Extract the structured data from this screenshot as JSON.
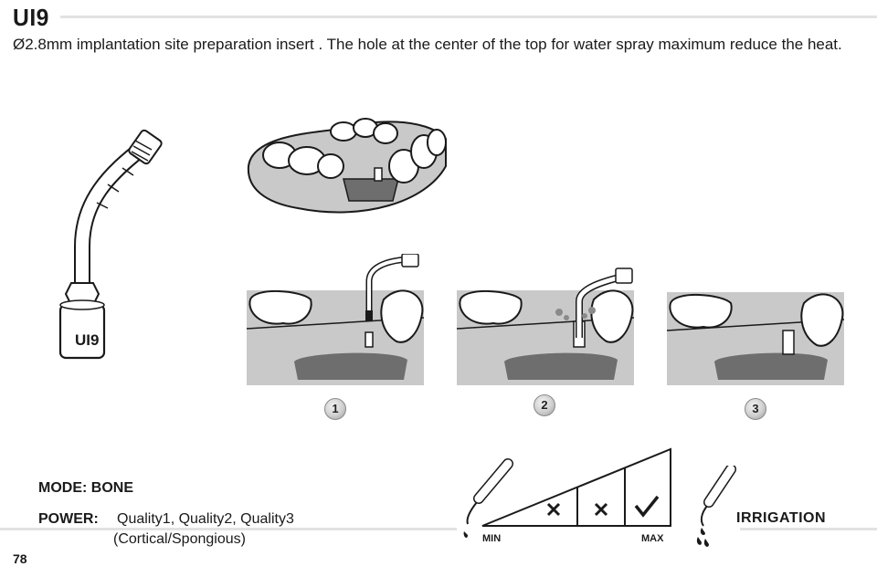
{
  "header": {
    "model": "UI9",
    "description": "Ø2.8mm implantation site preparation insert . The hole at the center of the top for water spray maximum reduce the heat."
  },
  "insert_label": "UI9",
  "steps": [
    "1",
    "2",
    "3"
  ],
  "settings": {
    "mode": "MODE: BONE",
    "power_label": "POWER:",
    "power_value": "Quality1,  Quality2,  Quality3",
    "power_note": "(Cortical/Spongious)"
  },
  "power_scale": {
    "min_label": "MIN",
    "max_label": "MAX"
  },
  "irrigation_label": "IRRIGATION",
  "page_number": "78",
  "colors": {
    "gum": "#c9c9c9",
    "bone": "#6e6e6e",
    "rule": "#e2e2e2",
    "outline": "#1a1a1a"
  }
}
